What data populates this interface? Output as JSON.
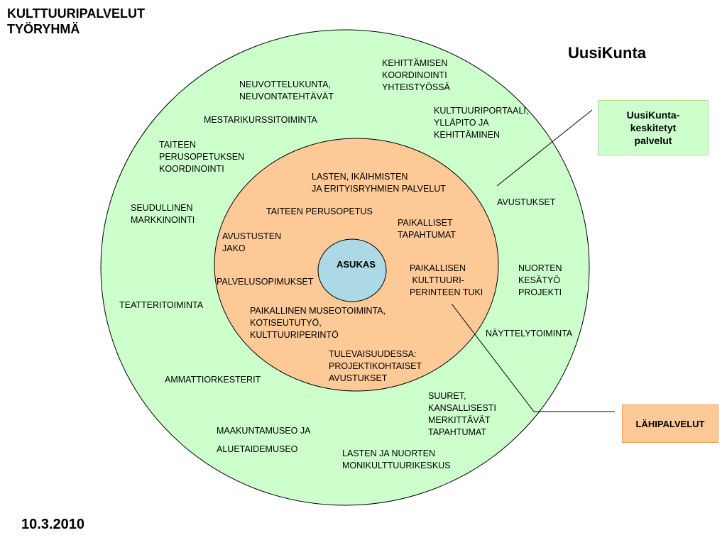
{
  "header": {
    "title": "KULTTUURIPALVELUT\nTYÖRYHMÄ"
  },
  "brand": "UusiKunta",
  "date": "10.3.2010",
  "legend": {
    "green_box": "UusiKunta-\nkeskitetyt\npalvelut",
    "orange_box": "LÄHIPALVELUT"
  },
  "center": "ASUKAS",
  "colors": {
    "outer_ring": "#ccffcc",
    "inner_ring": "#fdc997",
    "center": "#add8e6",
    "stroke": "#000000"
  },
  "outer_items": [
    "KEHITTÄMISEN\nKOORDINOINTI\nYHTEISTYÖSSÄ",
    "NEUVOTTELUKUNTA,\nNEUVONTATEHTÄVÄT",
    "KULTTUURIPORTAALI,\nYLLÄPITO JA\nKEHITTÄMINEN",
    "MESTARIKURSSITOIMINTA",
    "TAITEEN\nPERUSOPETUKSEN\nKOORDINOINTI",
    "SEUDULLINEN\nMARKKINOINTI",
    "AVUSTUKSET",
    "NUORTEN\nKESÄTYÖ\nPROJEKTI",
    "TEATTERITOIMINTA",
    "NÄYTTELYTOIMINTA",
    "AMMATTIORKESTERIT",
    "SUURET,\nKANSALLISESTI\nMERKITTÄVÄT\nTAPAHTUMAT",
    "MAAKUNTAMUSEO JA",
    "ALUETAIDEMUSEO",
    "LASTEN JA NUORTEN\nMONIKULTTUURIKESKUS"
  ],
  "inner_items": [
    "LASTEN, IKÄIHMISTEN\nJA ERITYISRYHMIEN PALVELUT",
    "TAITEEN PERUSOPETUS",
    "PAIKALLISET\nTAPAHTUMAT",
    "AVUSTUSTEN\nJAKO",
    "PAIKALLISEN\n KULTTUURI-\nPERINTEEN TUKI",
    "PALVELUSOPIMUKSET",
    "PAIKALLINEN MUSEOTOIMINTA,\nKOTISEUTUTYÖ,\nKULTTUURIPERINTÖ",
    "TULEVAISUUDESSA:\nPROJEKTIKOHTAISET\nAVUSTUKSET"
  ]
}
